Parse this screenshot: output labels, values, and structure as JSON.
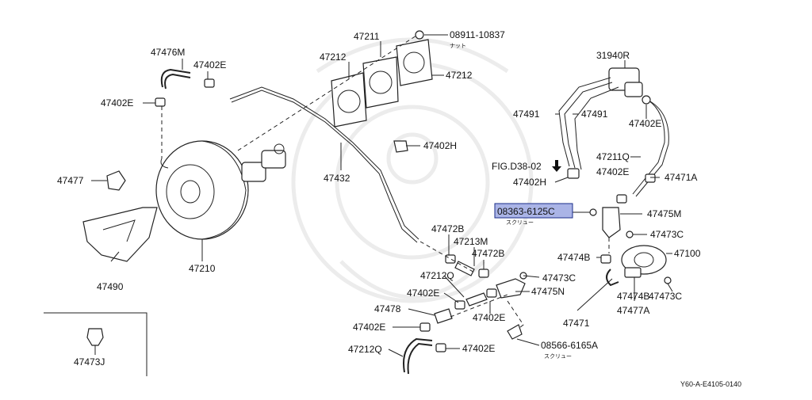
{
  "diagram": {
    "code": "Y60-A-E4105-0140",
    "highlight_color": "#aab4e6",
    "callouts": {
      "c_47476M": "47476M",
      "c_47402E_a": "47402E",
      "c_47402E_b": "47402E",
      "c_47477": "47477",
      "c_47490": "47490",
      "c_47210": "47210",
      "c_47473J": "47473J",
      "c_47212_a": "47212",
      "c_47211": "47211",
      "c_08911": "08911-10837",
      "c_08911_sub": "ナット",
      "c_47212_b": "47212",
      "c_47402H_a": "47402H",
      "c_47432": "47432",
      "c_31940R": "31940R",
      "c_47491_a": "47491",
      "c_47491_b": "47491",
      "c_47402E_c": "47402E",
      "c_47211Q": "47211Q",
      "c_fig": "FIG.D38-02",
      "c_47402E_d": "47402E",
      "c_47471A": "47471A",
      "c_47402H_b": "47402H",
      "c_08363": "08363-6125C",
      "c_08363_sub": "スクリュー",
      "c_47475M": "47475M",
      "c_47473C_a": "47473C",
      "c_47474B_a": "47474B",
      "c_47100": "47100",
      "c_47472B_a": "47472B",
      "c_47213M": "47213M",
      "c_47472B_b": "47472B",
      "c_47212Q_a": "47212Q",
      "c_47473C_b": "47473C",
      "c_47475N": "47475N",
      "c_47402E_e": "47402E",
      "c_47402E_f": "47402E",
      "c_47478": "47478",
      "c_47402E_g": "47402E",
      "c_47212Q_b": "47212Q",
      "c_47402E_h": "47402E",
      "c_08566": "08566-6165A",
      "c_08566_sub": "スクリュー",
      "c_47471": "47471",
      "c_47474B_b": "47474B",
      "c_47477A": "47477A",
      "c_47473C_c": "47473C"
    }
  }
}
